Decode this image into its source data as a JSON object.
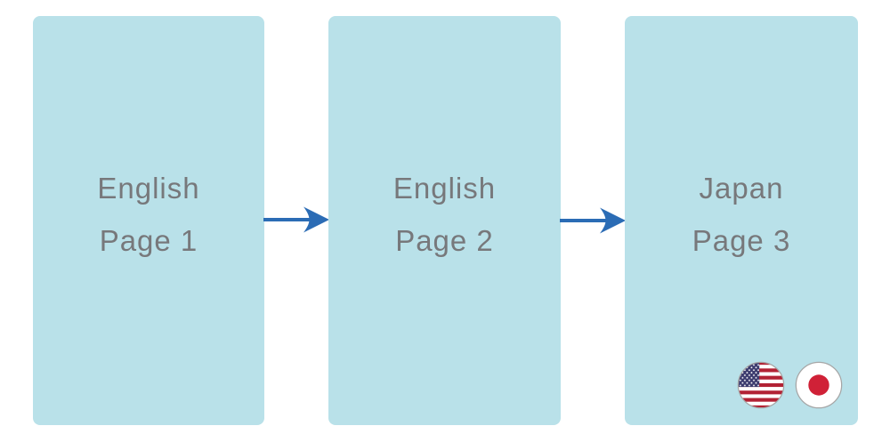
{
  "diagram": {
    "cards": [
      {
        "line1": "English",
        "line2": "Page 1"
      },
      {
        "line1": "English",
        "line2": "Page 2"
      },
      {
        "line1": "Japan",
        "line2": "Page 3"
      }
    ],
    "arrows": [
      {
        "from": "Page 1",
        "to": "Page 2"
      },
      {
        "from": "Page 2",
        "to": "Page 3"
      }
    ],
    "flags": [
      {
        "icon": "us-flag-icon",
        "label": "United States"
      },
      {
        "icon": "japan-flag-icon",
        "label": "Japan"
      }
    ]
  },
  "colors": {
    "card_background": "#b9e1e9",
    "card_text": "#77787b",
    "arrow": "#2b6cb5",
    "us_flag_red": "#b22234",
    "us_flag_blue": "#3c3b6e",
    "japan_flag_red": "#d02137",
    "flag_border": "#a6a6a6"
  }
}
